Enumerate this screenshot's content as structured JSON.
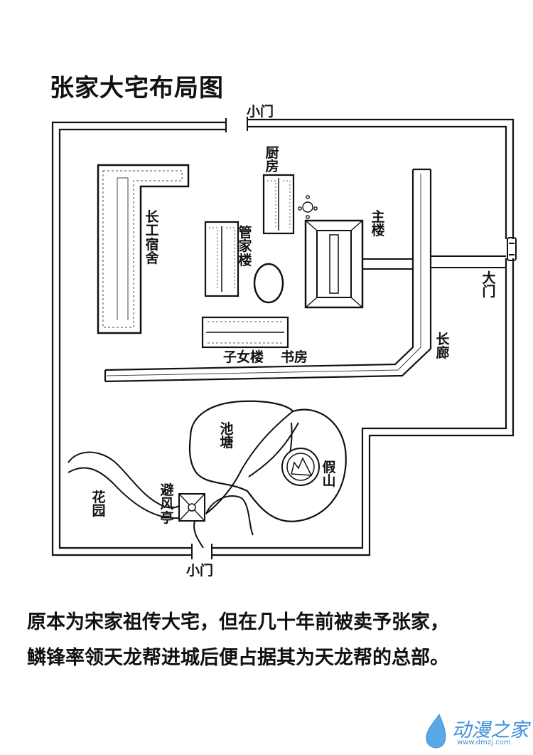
{
  "title": "张家大宅布局图",
  "labels": {
    "north_gate": "小门",
    "south_gate": "小门",
    "kitchen": "厨房",
    "workers_dorm": "长工宿舍",
    "steward_house": "管家楼",
    "main_building": "主楼",
    "main_gate": "大门",
    "children_house": "子女楼",
    "study": "书房",
    "corridor": "长廊",
    "pond": "池塘",
    "rockery": "假山",
    "garden": "花园",
    "pavilion": "避风亭"
  },
  "caption": {
    "line1": "原本为宋家祖传大宅，但在几十年前被卖予张家，",
    "line2": "鳞锋率领天龙帮进城后便占据其为天龙帮的总部。"
  },
  "watermark": {
    "text": "动漫之家",
    "url": "www.dmzj.com"
  }
}
